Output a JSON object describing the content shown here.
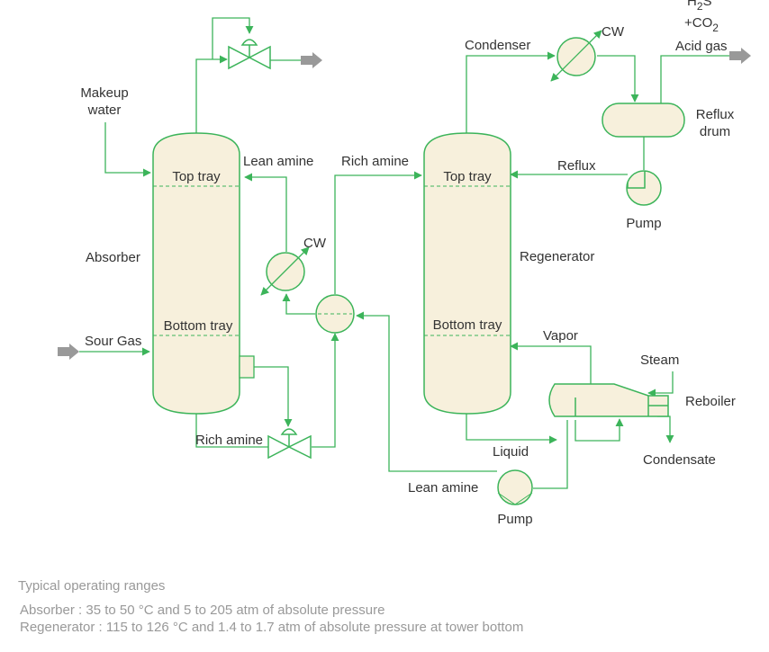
{
  "labels": {
    "makeup_water_1": "Makeup",
    "makeup_water_2": "water",
    "absorber": "Absorber",
    "sour_gas": "Sour Gas",
    "top_tray_abs": "Top tray",
    "bottom_tray_abs": "Bottom tray",
    "lean_amine_top": "Lean amine",
    "rich_amine_top": "Rich amine",
    "cw_left": "CW",
    "rich_amine_bottom": "Rich amine",
    "condenser": "Condenser",
    "cw_right": "CW",
    "h2s_1": "H",
    "h2s_sub": "2",
    "h2s_2": "S",
    "co2_1": "+CO",
    "co2_sub": "2",
    "acid_gas": "Acid gas",
    "reflux_drum_1": "Reflux",
    "reflux_drum_2": "drum",
    "reflux": "Reflux",
    "pump_top": "Pump",
    "top_tray_reg": "Top tray",
    "regenerator": "Regenerator",
    "bottom_tray_reg": "Bottom tray",
    "vapor": "Vapor",
    "steam": "Steam",
    "reboiler": "Reboiler",
    "liquid": "Liquid",
    "condensate": "Condensate",
    "lean_amine_bottom": "Lean amine",
    "pump_bottom": "Pump"
  },
  "notes": {
    "title": "Typical operating ranges",
    "absorber": "Absorber : 35 to 50 °C and 5 to 205 atm of absolute pressure",
    "regenerator": "Regenerator : 115 to 126 °C and 1.4 to 1.7 atm of absolute pressure at tower bottom"
  },
  "colors": {
    "line": "#3cb45a",
    "fill": "#f7f0dc",
    "arrow_gray": "#999999",
    "text": "#333333",
    "note_text": "#999999"
  }
}
